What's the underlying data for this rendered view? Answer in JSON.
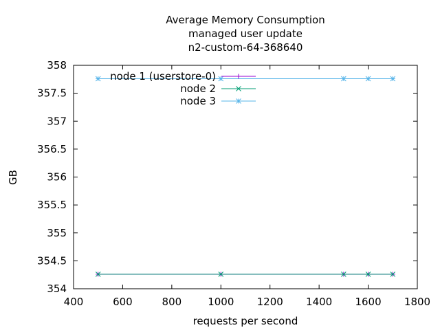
{
  "chart_data": {
    "type": "line",
    "title_lines": [
      "Average Memory Consumption",
      "managed user update",
      "n2-custom-64-368640"
    ],
    "xlabel": "requests per second",
    "ylabel": "GB",
    "xlim": [
      400,
      1800
    ],
    "ylim": [
      354,
      358
    ],
    "x_ticks": [
      400,
      600,
      800,
      1000,
      1200,
      1400,
      1600,
      1800
    ],
    "y_ticks": [
      354,
      354.5,
      355,
      355.5,
      356,
      356.5,
      357,
      357.5,
      358
    ],
    "x_tick_labels": [
      "400",
      "600",
      "800",
      "1000",
      "1200",
      "1400",
      "1600",
      "1800"
    ],
    "y_tick_labels": [
      "354",
      "354.5",
      "355",
      "355.5",
      "356",
      "356.5",
      "357",
      "357.5",
      "358"
    ],
    "grid": false,
    "legend_position": "top-left",
    "series": [
      {
        "name": "node 1 (userstore-0)",
        "color": "#9400d3",
        "marker": "plus",
        "x": [
          500,
          1000,
          1500,
          1600,
          1700
        ],
        "y": [
          354.26,
          354.26,
          354.26,
          354.26,
          354.26
        ]
      },
      {
        "name": "node 2",
        "color": "#009e73",
        "marker": "cross",
        "x": [
          500,
          1000,
          1500,
          1600,
          1700
        ],
        "y": [
          354.26,
          354.26,
          354.26,
          354.26,
          354.26
        ]
      },
      {
        "name": "node 3",
        "color": "#56b4e9",
        "marker": "star",
        "x": [
          500,
          1000,
          1500,
          1600,
          1700
        ],
        "y": [
          357.76,
          357.76,
          357.76,
          357.76,
          357.76
        ]
      }
    ]
  }
}
